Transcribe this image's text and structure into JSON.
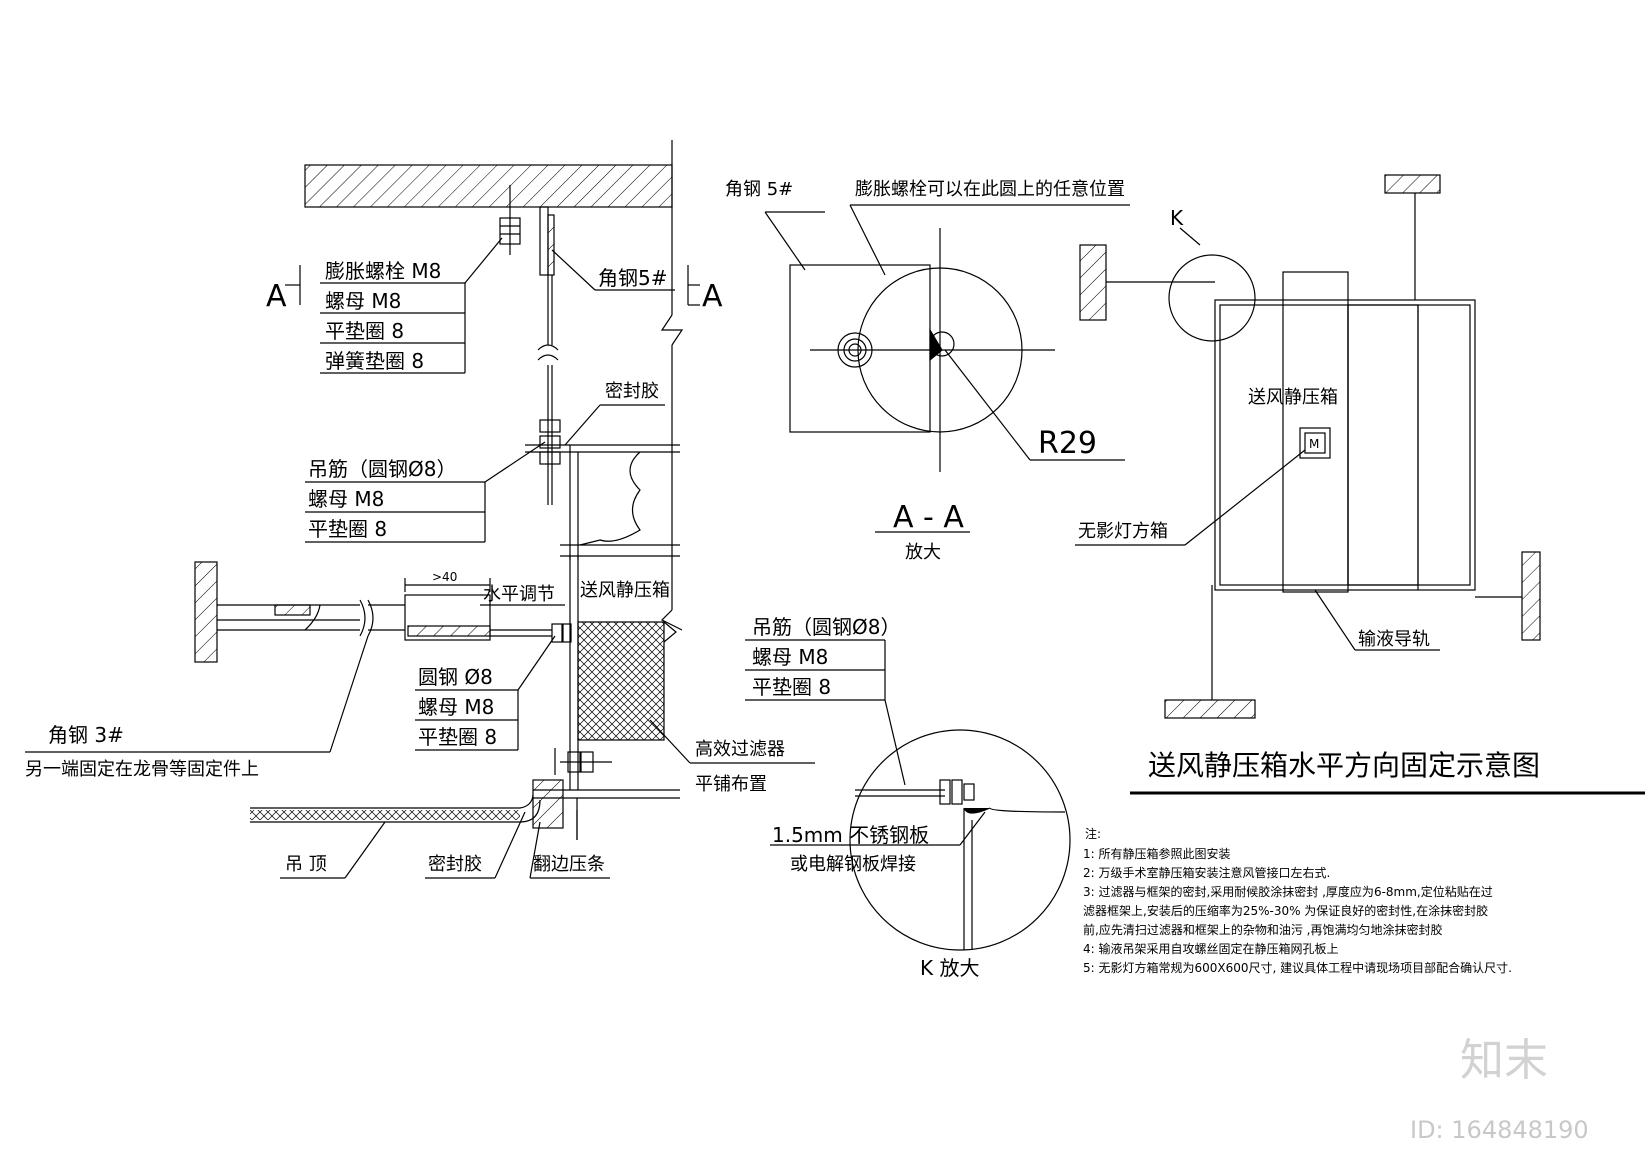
{
  "section_marks": {
    "left": "A",
    "right": "A"
  },
  "left_detail": {
    "anchor_stack": [
      "膨胀螺栓 M8",
      "螺母 M8",
      "平垫圈 8",
      "弹簧垫圈 8"
    ],
    "angle_steel_label": "角钢5#",
    "sealant_top": "密封胶",
    "hanger_stack": [
      "吊筋（圆钢Ø8）",
      "螺母 M8",
      "平垫圈 8"
    ],
    "dim_label": ">40",
    "horizontal_adjust": "水平调节",
    "plenum_label": "送风静压箱",
    "rod_stack": [
      "圆钢 Ø8",
      "螺母 M8",
      "平垫圈 8"
    ],
    "angle3_label": "角钢 3#",
    "angle3_note": "另一端固定在龙骨等固定件上",
    "filter_label": "高效过滤器",
    "filter_label2": "平铺布置",
    "ceiling_label": "吊 顶",
    "sealant_bottom": "密封胶",
    "flange_label": "翻边压条"
  },
  "aa_detail": {
    "angle_label": "角钢 5#",
    "bolt_note": "膨胀螺栓可以在此圆上的任意位置",
    "radius_label": "R29",
    "title": "A - A",
    "subtitle": "放大"
  },
  "k_detail": {
    "hanger_stack": [
      "吊筋（圆钢Ø8）",
      "螺母 M8",
      "平垫圈 8"
    ],
    "plate_label": "1.5mm 不锈钢板",
    "weld_label": "或电解钢板焊接",
    "title": "K 放大"
  },
  "plan_view": {
    "k_mark": "K",
    "box_label": "送风静压箱",
    "lamp_symbol": "M",
    "lamp_label": "无影灯方箱",
    "rail_label": "输液导轨",
    "title": "送风静压箱水平方向固定示意图"
  },
  "notes": {
    "heading": "注:",
    "lines": [
      "1: 所有静压箱参照此图安装",
      "2: 万级手术室静压箱安装注意风管接口左右式.",
      "3: 过滤器与框架的密封,采用耐候胶涂抹密封    ,厚度应为6-8mm,定位粘贴在过",
      "滤器框架上,安装后的压缩率为25%-30%      为保证良好的密封性,在涂抹密封胶",
      "前,应先清扫过滤器和框架上的杂物和油污     ,再饱满均匀地涂抹密封胶",
      "4: 输液吊架采用自攻螺丝固定在静压箱网孔板上",
      "5: 无影灯方箱常规为600X600尺寸, 建议具体工程中请现场项目部配合确认尺寸."
    ]
  },
  "watermark": {
    "brand": "知末",
    "id": "ID: 164848190"
  }
}
